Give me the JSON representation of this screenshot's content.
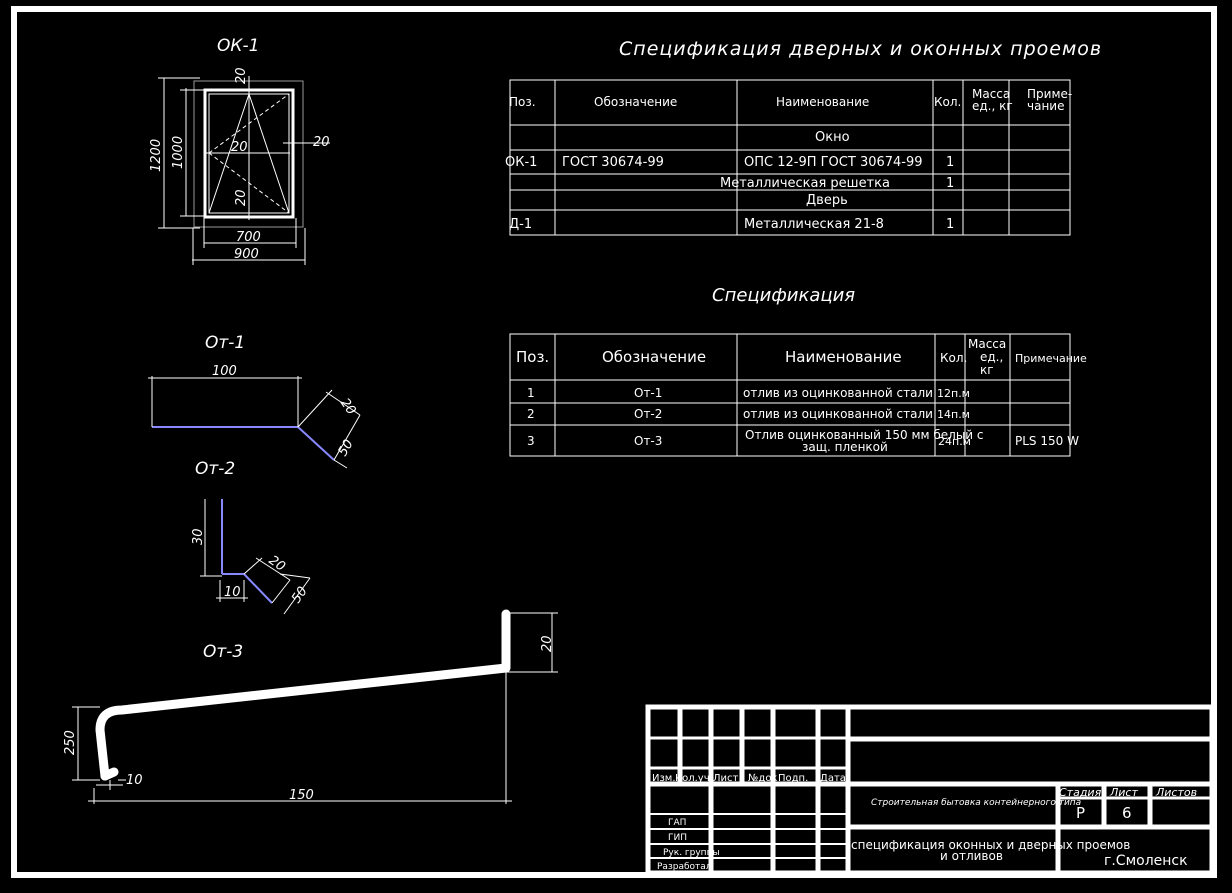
{
  "drawings": {
    "ok1": {
      "title": "ОК-1",
      "dims": {
        "total_h": "1200",
        "inner_h": "1000",
        "top": "20",
        "mid": "20",
        "bottom": "20",
        "right": "20",
        "inner_w": "700",
        "total_w": "900"
      }
    },
    "ot1": {
      "title": "От-1",
      "dims": {
        "length": "100",
        "slope": "50",
        "edge": "20"
      }
    },
    "ot2": {
      "title": "От-2",
      "dims": {
        "height": "30",
        "base": "10",
        "edge": "20",
        "slope": "50"
      }
    },
    "ot3": {
      "title": "От-3",
      "dims": {
        "height": "250",
        "right": "20",
        "offset": "10",
        "length": "150"
      }
    }
  },
  "spec1": {
    "title": "Спецификация дверных и оконных проемов",
    "headers": {
      "pos": "Поз.",
      "designation": "Обозначение",
      "name": "Наименование",
      "qty": "Кол.",
      "mass_1": "Масса",
      "mass_2": "ед., кг",
      "note_1": "Приме-",
      "note_2": "чание"
    },
    "rows": [
      {
        "section": "Окно"
      },
      {
        "pos": "ОК-1",
        "designation": "ГОСТ 30674-99",
        "name": "ОПС 12-9П   ГОСТ 30674-99",
        "qty": "1"
      },
      {
        "section": "Металлическая решетка",
        "qty": "1"
      },
      {
        "section": "Дверь"
      },
      {
        "pos": "Д-1",
        "designation": "",
        "name": "Металлическая 21-8",
        "qty": "1"
      }
    ]
  },
  "spec2": {
    "title": "Спецификация",
    "headers": {
      "pos": "Поз.",
      "designation": "Обозначение",
      "name": "Наименование",
      "qty": "Кол.",
      "mass_1": "Масса",
      "mass_2": "ед.,",
      "mass_3": "кг",
      "note": "Примечание"
    },
    "rows": [
      {
        "pos": "1",
        "designation": "От-1",
        "name": "отлив из оцинкованной стали",
        "qty": "12п.м"
      },
      {
        "pos": "2",
        "designation": "От-2",
        "name": "отлив из оцинкованной стали",
        "qty": "14п.м"
      },
      {
        "pos": "3",
        "designation": "От-3",
        "name_1": "Отлив оцинкованный 150 мм белый с",
        "name_2": "защ. пленкой",
        "qty": "24п.м",
        "note": "PLS 150  W"
      }
    ]
  },
  "title_block": {
    "labels": {
      "izm": "Изм.",
      "kol": "Кол.уч",
      "list": "Лист",
      "doc": "№док",
      "podp": "Подп.",
      "data": "Дата"
    },
    "roles": [
      "ГАП",
      "ГИП",
      "Рук. группы",
      "Разработал"
    ],
    "project": "Строительная бытовка контейнерного типа",
    "stage_label": "Стадия",
    "sheet_label": "Лист",
    "sheets_label": "Листов",
    "stage": "Р",
    "sheet": "6",
    "doc_title_1": "спецификация оконных и дверных проемов",
    "doc_title_2": "и отливов",
    "city": "г.Смоленск"
  }
}
